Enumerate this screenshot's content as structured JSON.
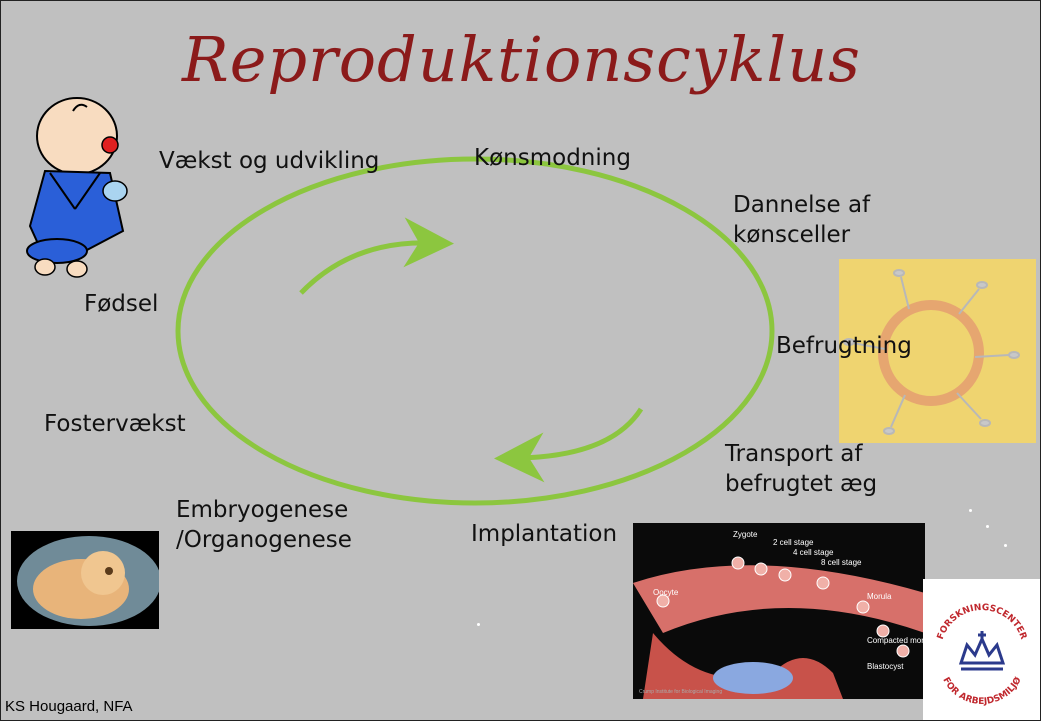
{
  "slide": {
    "title": "Reproduktionscyklus",
    "footer": "KS Hougaard, NFA"
  },
  "cycle": {
    "stages": [
      "Vækst og udvikling",
      "Kønsmodning",
      "Dannelse af\nkønsceller",
      "Befrugtning",
      "Transport af\nbefrugtet æg",
      "Implantation",
      "Embryogenese\n/Organogenese",
      "Fostervækst",
      "Fødsel"
    ]
  },
  "images": {
    "oviduct_diagram": {
      "labels": [
        "Zygote",
        "2 cell stage",
        "4 cell stage",
        "8 cell stage",
        "Oocyte",
        "Morula",
        "Compacted morula",
        "Blastocyst"
      ],
      "credit": "Crump Institute for Biological Imaging"
    },
    "logo": {
      "text_top": "FORSKNINGSCENTER",
      "text_bottom": "FOR ARBEJDSMILJØ"
    }
  },
  "colors": {
    "background": "#c0c0c0",
    "title": "#8b1a1a",
    "cycle": "#8cc63f",
    "logo": "#2b3a8c"
  },
  "icons": {
    "baby": "baby-crawling-icon",
    "sperm": "sperm-egg-illustration",
    "embryo": "embryo-photo",
    "oviduct": "oviduct-diagram",
    "logo": "nfa-crown-logo"
  }
}
